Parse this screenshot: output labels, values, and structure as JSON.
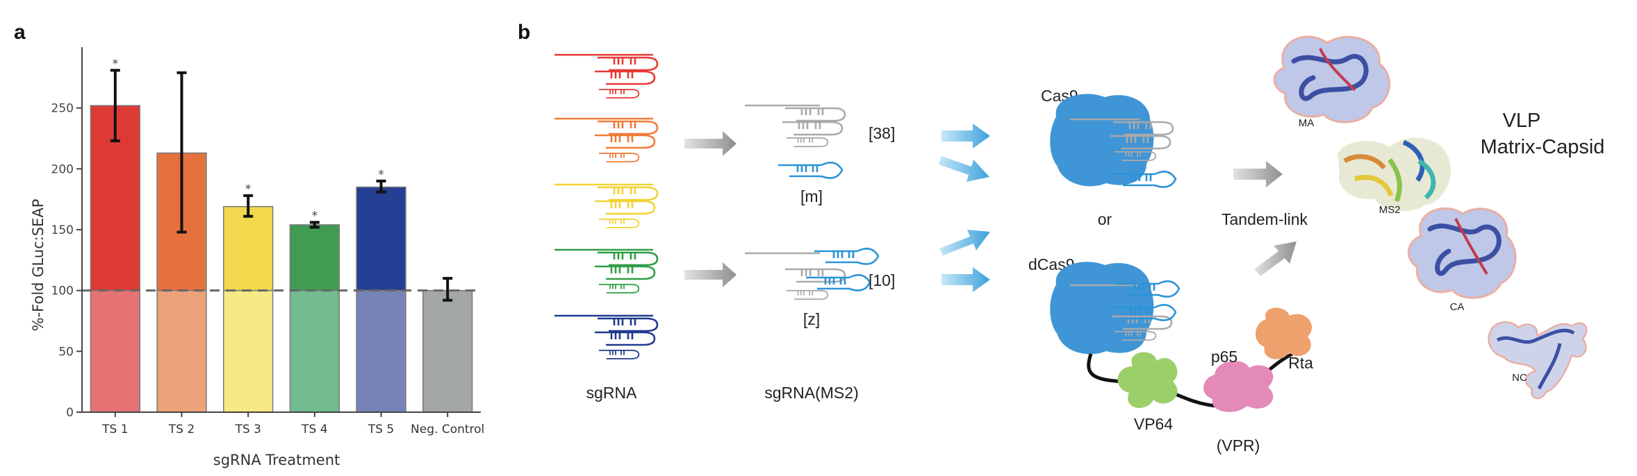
{
  "panels": {
    "a": "a",
    "b": "b"
  },
  "chart_data": {
    "type": "bar",
    "xlabel": "sgRNA Treatment",
    "ylabel": "%-Fold GLuc:SEAP",
    "ylim": [
      0,
      300
    ],
    "yticks": [
      0,
      50,
      100,
      150,
      200,
      250
    ],
    "reference_line": 100,
    "categories": [
      "TS 1",
      "TS 2",
      "TS 3",
      "TS 4",
      "TS 5",
      "Neg. Control"
    ],
    "values": [
      252,
      213,
      169,
      154,
      185,
      100
    ],
    "error_low": [
      223,
      148,
      161,
      152,
      181,
      92
    ],
    "error_high": [
      281,
      279,
      178,
      156,
      190,
      110
    ],
    "significance": [
      "*",
      "",
      "*",
      "*",
      "*",
      ""
    ],
    "colors": [
      "#dd3a35",
      "#e5713d",
      "#f2d84c",
      "#3f9c50",
      "#243f94",
      "#a4a7a8"
    ],
    "light_colors": [
      "#e57373",
      "#eda27a",
      "#f7ea84",
      "#72bb8e",
      "#7783b7",
      "#a4a7a8"
    ]
  },
  "diagram": {
    "sgrna_label": "sgRNA",
    "sgrna_ms2_label": "sgRNA(MS2)",
    "m_label": "[m]",
    "n38_label": "[38]",
    "z_label": "[z]",
    "n10_label": "[10]",
    "cas9_label": "Cas9",
    "or_label": "or",
    "dcas9_label": "dCas9",
    "p65_label": "p65",
    "rta_label": "Rta",
    "vp64_label": "VP64",
    "vpr_label": "(VPR)",
    "tandem_label": "Tandem-link",
    "vlp_title_line1": "VLP",
    "vlp_title_line2": "Matrix-Capsid",
    "ma_label": "MA",
    "ms2_label": "MS2",
    "ca_label": "CA",
    "nc_label": "NC",
    "colors": {
      "red": "#e53935",
      "orange": "#ef7a35",
      "yellow": "#f2d232",
      "green": "#2e9e45",
      "navy": "#1e3a8c",
      "gray": "#a9a9a9",
      "blue": "#2a93d8",
      "cas_blue": "#3f95d6",
      "vp64_green": "#9bcf6a",
      "p65_pink": "#e48ab9",
      "rta_orange": "#eea06d"
    }
  }
}
